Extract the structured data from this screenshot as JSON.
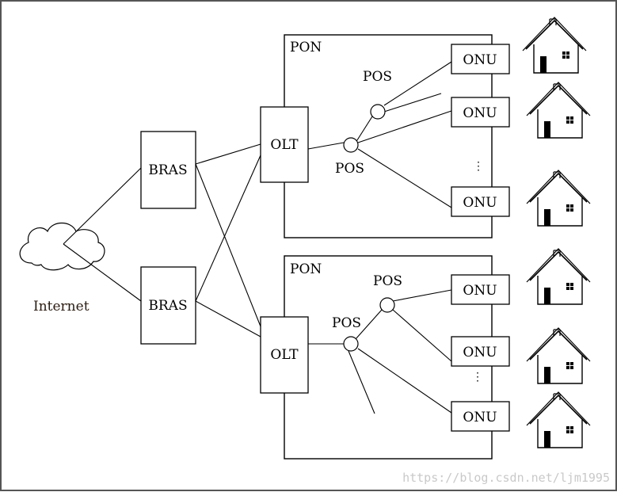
{
  "labels": {
    "internet": "Internet",
    "bras_top": "BRAS",
    "bras_bottom": "BRAS",
    "olt_top": "OLT",
    "olt_bottom": "OLT",
    "pon_top": "PON",
    "pon_bottom": "PON",
    "pos_top_a": "POS",
    "pos_top_b": "POS",
    "pos_bottom_a": "POS",
    "pos_bottom_b": "POS",
    "onu_top_1": "ONU",
    "onu_top_2": "ONU",
    "onu_top_3": "ONU",
    "onu_bottom_1": "ONU",
    "onu_bottom_2": "ONU",
    "onu_bottom_3": "ONU",
    "ellipsis_top": "⋮",
    "ellipsis_bottom": "⋮"
  },
  "watermark": "https://blog.csdn.net/ljm1995",
  "houses": [
    "house-1",
    "house-2",
    "house-3",
    "house-4",
    "house-5",
    "house-6"
  ]
}
